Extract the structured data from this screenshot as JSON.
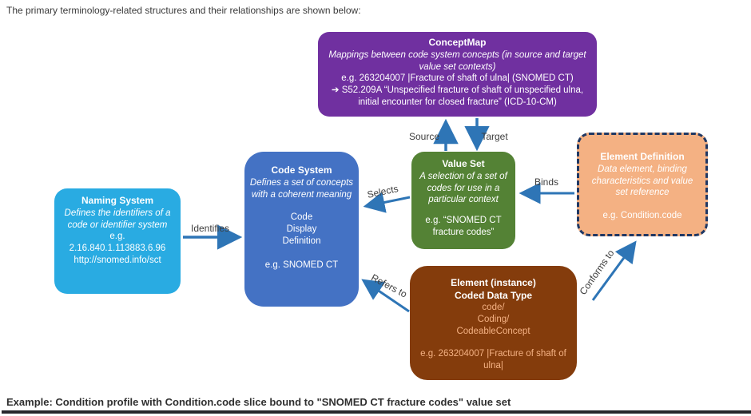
{
  "page": {
    "intro_text": "The primary terminology-related structures and their relationships are shown below:",
    "example_caption": "Example: Condition profile with Condition.code slice bound to \"SNOMED CT fracture codes\" value set"
  },
  "colors": {
    "concept_map_fill": "#7030A0",
    "code_system_fill": "#4472C4",
    "naming_system_fill": "#29ABE2",
    "value_set_fill": "#548235",
    "element_definition_fill": "#F4B183",
    "element_definition_border": "#1F3864",
    "element_instance_fill": "#843C0C",
    "element_instance_accent_text": "#F4B183",
    "arrow": "#2E75B6",
    "node_text": "#FFFFFF",
    "label_text": "#3d3d3d"
  },
  "diagram": {
    "nodes": {
      "concept_map": {
        "title": "ConceptMap",
        "description": "Mappings between code system concepts (in source and target value set contexts)",
        "example1": "e.g. 263204007 |Fracture of shaft of ulna| (SNOMED CT)",
        "example2": "➔ S52.209A “Unspecified fracture of shaft of unspecified ulna, initial encounter for closed fracture” (ICD-10-CM)"
      },
      "naming_system": {
        "title": "Naming System",
        "description": "Defines the identifiers of a code or identifier system",
        "example_lines": [
          "e.g.",
          "2.16.840.1.113883.6.96",
          "http://snomed.info/sct"
        ]
      },
      "code_system": {
        "title": "Code System",
        "description": "Defines a set of concepts with a coherent meaning",
        "fields": [
          "Code",
          "Display",
          "Definition"
        ],
        "example": "e.g. SNOMED CT"
      },
      "value_set": {
        "title": "Value Set",
        "description": "A selection of a set of codes for use in a particular context",
        "example": "e.g. “SNOMED CT fracture codes”"
      },
      "element_definition": {
        "title": "Element Definition",
        "description": "Data element, binding characteristics and value set reference",
        "example": "e.g. Condition.code"
      },
      "element_instance": {
        "title_line1": "Element (instance)",
        "title_line2": "Coded Data Type",
        "fields": [
          "code/",
          "Coding/",
          "CodeableConcept"
        ],
        "example": "e.g. 263204007 |Fracture of shaft of ulna|"
      }
    },
    "edges": {
      "source": "Source",
      "target": "Target",
      "identifies": "Identifies",
      "selects": "Selects",
      "binds": "Binds",
      "refers_to": "Refers to",
      "conforms_to": "Conforms to"
    }
  }
}
